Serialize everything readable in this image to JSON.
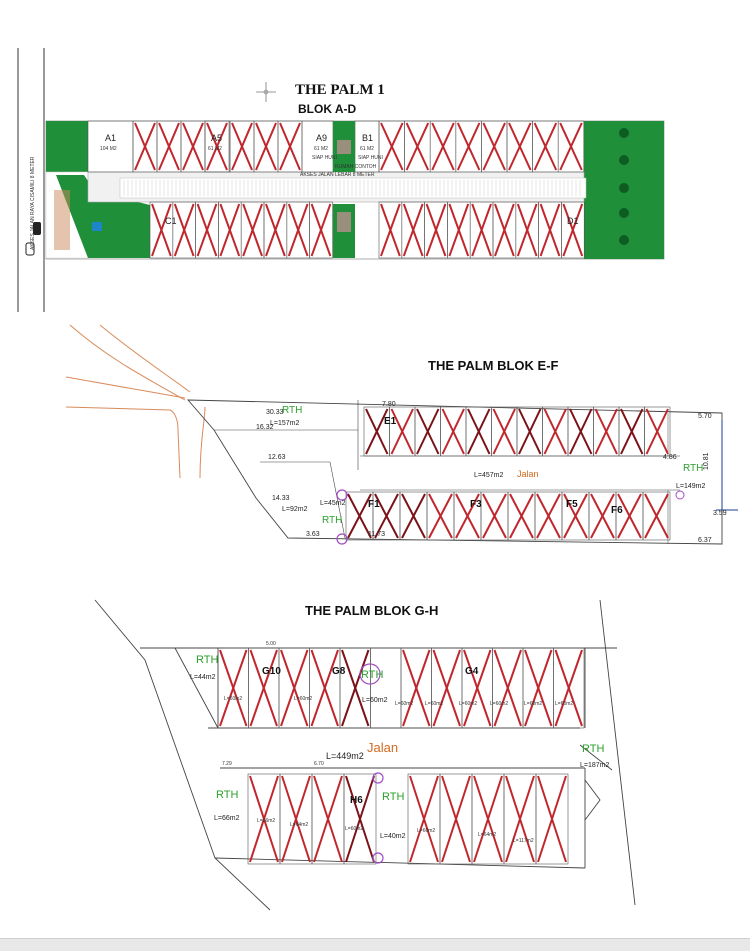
{
  "section1": {
    "title": "THE PALM 1",
    "subtitle": "BLOK A-D",
    "lots": {
      "a1": {
        "name": "A1",
        "area": "104 M2"
      },
      "a5": {
        "name": "A5",
        "area": "61 M2"
      },
      "a9": {
        "name": "A9",
        "area": "61 M2",
        "status": "SIAP HUNI"
      },
      "b1": {
        "name": "B1",
        "area": "61 M2",
        "status": "SIAP HUNI"
      },
      "c1": {
        "name": "C1"
      },
      "d1": {
        "name": "D1"
      }
    },
    "road_label": "AKSES JALAN LEBAR 8 METER",
    "side_road_label": "AKSES JALAN RAYA CISAMILI 8 METER",
    "house_label": "RUMAH CONTOH"
  },
  "section2": {
    "title": "THE PALM BLOK E-F",
    "rth_top": {
      "label": "RTH",
      "area": "L=157m2"
    },
    "rth_left": {
      "label": "RTH",
      "area": "L=92m2"
    },
    "rth_small": {
      "label": "RTH",
      "area": "L=45m2"
    },
    "rth_right": {
      "label": "RTH",
      "area": "L=149m2"
    },
    "jalan": {
      "label": "Jalan",
      "area": "L=457m2"
    },
    "lots": [
      "E1",
      "F1",
      "F3",
      "F5",
      "F6"
    ],
    "dims": {
      "top": "30.33",
      "a": "16.32",
      "b": "12.63",
      "c": "14.33",
      "d": "11.73",
      "e": "3.63",
      "f": "5.70",
      "g": "10.81",
      "h": "3.59",
      "i": "6.37",
      "j": "4.86",
      "k": "7.80"
    }
  },
  "section3": {
    "title": "THE PALM BLOK G-H",
    "rth_top": {
      "label": "RTH",
      "area": "L=44m2"
    },
    "rth_mid": {
      "label": "RTH",
      "area": "L=60m2"
    },
    "rth_bottom_left": {
      "label": "RTH",
      "area": "L=66m2"
    },
    "rth_bottom_mid": {
      "label": "RTH",
      "area": "L=40m2"
    },
    "rth_right": {
      "label": "RTH",
      "area": "L=187m2"
    },
    "jalan": {
      "label": "Jalan",
      "area": "L=449m2"
    },
    "lots": [
      "G10",
      "G8",
      "G4",
      "H6"
    ],
    "lot_area": "L=60m2",
    "lot_area_b": "L=66m2",
    "lot_area_c": "L=64m2",
    "lot_area_d": "L=117m2",
    "dims": {
      "a": "5.00",
      "b": "7.29",
      "c": "6.70"
    }
  },
  "colors": {
    "green": "#1f8f3a",
    "cross": "#c0272d",
    "crossDark": "#7a1218",
    "magenta": "#a14cc4",
    "road": "#d98a5a"
  }
}
